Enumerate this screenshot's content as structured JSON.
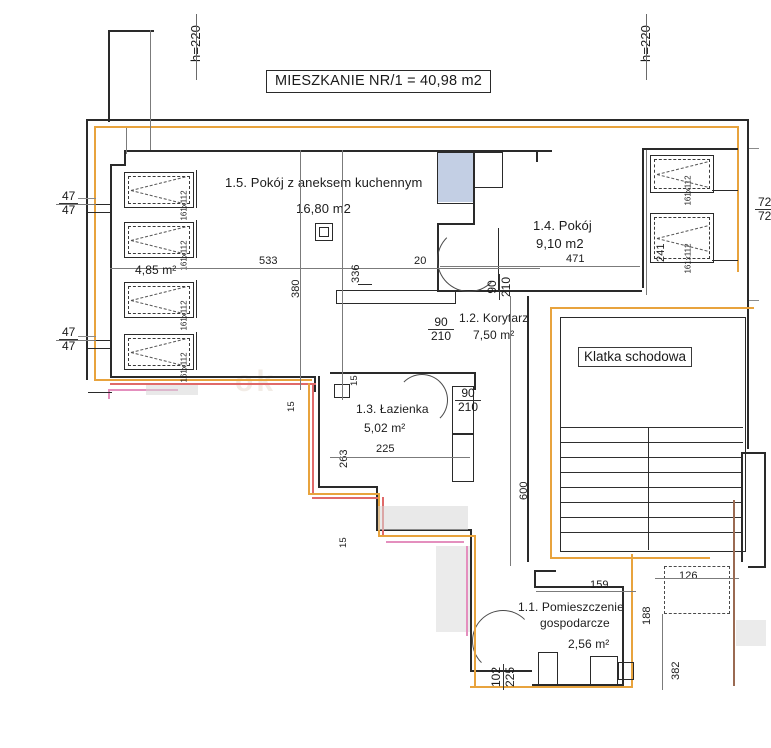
{
  "document": {
    "type": "architectural-floor-plan",
    "language": "pl",
    "title": "MIESZKANIE NR 1 = 40,98 m2"
  },
  "header": {
    "title_box": "MIESZKANIE NR/1 = 40,98 m2"
  },
  "rooms": [
    {
      "id": "1.5",
      "name": "1.5. Pokój z aneksem kuchennym",
      "area": "16,80 m2"
    },
    {
      "id": "1.4",
      "name": "1.4. Pokój",
      "area": "9,10 m2"
    },
    {
      "id": "1.2",
      "name": "1.2. Korytarz",
      "area": "7,50 m²"
    },
    {
      "id": "1.3",
      "name": "1.3. Łazienka",
      "area": "5,02 m²"
    },
    {
      "id": "1.1",
      "name": "1.1. Pomieszczenie",
      "name2": "gospodarcze",
      "area": "2,56 m²"
    }
  ],
  "stairwell": {
    "label": "Klatka schodowa"
  },
  "balcony": {
    "area": "4,85 m²"
  },
  "height_notes": [
    {
      "text": "h=220"
    },
    {
      "text": "h=220"
    }
  ],
  "windows": [
    {
      "size": "161x112"
    },
    {
      "size": "161x112"
    },
    {
      "size": "161x112"
    },
    {
      "size": "161x112"
    },
    {
      "size": "161x112"
    },
    {
      "size": "161x112"
    }
  ],
  "doors": [
    {
      "width": "90",
      "height": "210"
    },
    {
      "width": "90",
      "height": "210"
    },
    {
      "width": "90",
      "height": "210"
    },
    {
      "width": "90",
      "height": "210"
    }
  ],
  "wall_dims": [
    {
      "value": "47",
      "value2": "47"
    },
    {
      "value": "47",
      "value2": "47"
    },
    {
      "value": "72",
      "value2": "72"
    },
    {
      "value": "102",
      "value2": "225"
    }
  ],
  "dimensions": {
    "d_533": "533",
    "d_336": "336",
    "d_20": "20",
    "d_380": "380",
    "d_471": "471",
    "d_241": "241",
    "d_15a": "15",
    "d_15b": "15",
    "d_15c": "15",
    "d_263": "263",
    "d_225": "225",
    "d_600": "600",
    "d_159": "159",
    "d_188": "188",
    "d_126": "126",
    "d_382": "382"
  },
  "colors": {
    "wall": "#2a2a2a",
    "dimension": "#7b7b7b",
    "insulation_orange": "#e8a33d",
    "overlay_pink": "#e48fbe",
    "overlay_red": "#e06a6a",
    "overlay_brown": "#9a6a52",
    "fill_blue": "#c3cfe4",
    "fill_gray": "#d7d7d7",
    "background": "#ffffff"
  }
}
